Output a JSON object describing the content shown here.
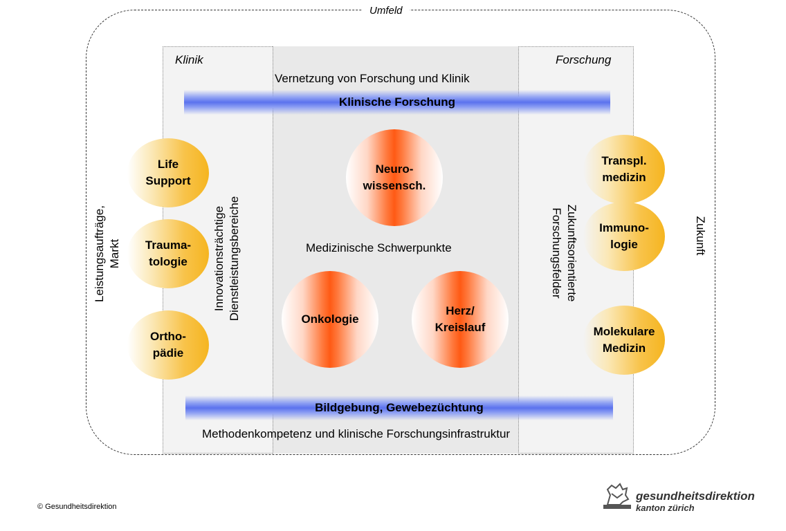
{
  "umfeld": "Umfeld",
  "klinik": "Klinik",
  "forschung": "Forschung",
  "vernetzung": "Vernetzung von Forschung und Klinik",
  "bar_top": "Klinische Forschung",
  "bar_bottom": "Bildgebung, Gewebezüchtung",
  "methoden": "Methodenkompetenz und klinische Forschungsinfrastruktur",
  "schwerpunkte": "Medizinische Schwerpunkte",
  "left_circles": [
    {
      "line1": "Life",
      "line2": "Support"
    },
    {
      "line1": "Trauma-",
      "line2": "tologie"
    },
    {
      "line1": "Ortho-",
      "line2": "pädie"
    }
  ],
  "right_circles": [
    {
      "line1": "Transpl.",
      "line2": "medizin"
    },
    {
      "line1": "Immuno-",
      "line2": "logie"
    },
    {
      "line1": "Molekulare",
      "line2": "Medizin"
    }
  ],
  "center_circles": [
    {
      "line1": "Neuro-",
      "line2": "wissensch."
    },
    {
      "line1": "Onkologie",
      "line2": ""
    },
    {
      "line1": "Herz/",
      "line2": "Kreislauf"
    }
  ],
  "vertical": {
    "leistung_line1": "Leistungsaufträge,",
    "leistung_line2": "Markt",
    "innov_line1": "Innovationsträchtige",
    "innov_line2": "Dienstleistungsbereiche",
    "zukunftsfelder_line1": "Zukunftsorientierte",
    "zukunftsfelder_line2": "Forschungsfelder",
    "zukunft": "Zukunft"
  },
  "copyright": "© Gesundheitsdirektion",
  "logo": {
    "title": "gesundheitsdirektion",
    "subtitle": "kanton zürich"
  }
}
